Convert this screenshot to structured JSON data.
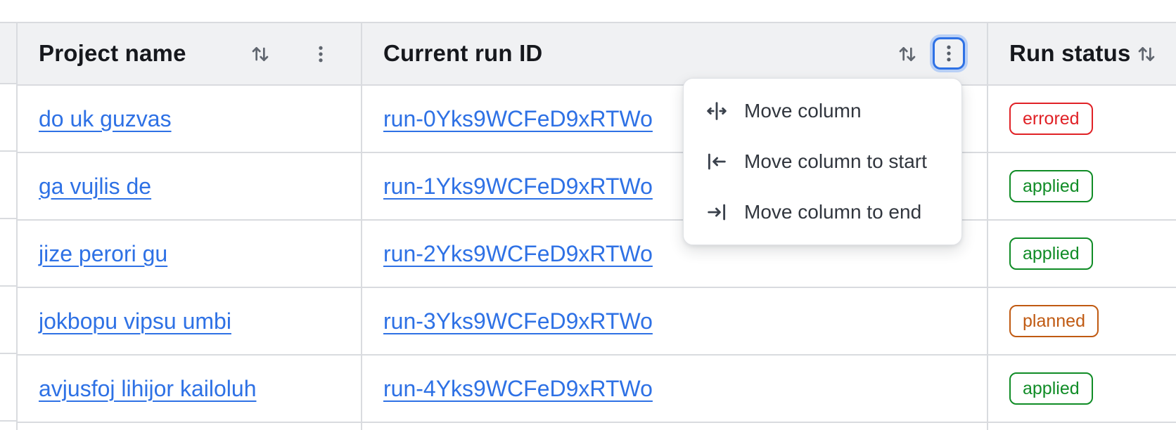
{
  "table": {
    "header": {
      "columns": [
        {
          "label": "Project name",
          "sort_icon": "sort-arrows-icon",
          "menu_icon": "kebab-icon"
        },
        {
          "label": "Current run ID",
          "sort_icon": "sort-arrows-icon",
          "menu_icon": "kebab-icon",
          "menu_open": true
        },
        {
          "label": "Run status",
          "sort_icon": "sort-arrows-icon"
        }
      ]
    },
    "rows": [
      {
        "project_name": "do uk guzvas",
        "run_id": "run-0Yks9WCFeD9xRTWo",
        "status": "errored"
      },
      {
        "project_name": "ga vujlis de",
        "run_id": "run-1Yks9WCFeD9xRTWo",
        "status": "applied"
      },
      {
        "project_name": "jize perori gu",
        "run_id": "run-2Yks9WCFeD9xRTWo",
        "status": "applied"
      },
      {
        "project_name": "jokbopu vipsu umbi",
        "run_id": "run-3Yks9WCFeD9xRTWo",
        "status": "planned"
      },
      {
        "project_name": "avjusfoj lihijor kailoluh",
        "run_id": "run-4Yks9WCFeD9xRTWo",
        "status": "applied"
      }
    ]
  },
  "column_menu": {
    "items": [
      {
        "label": "Move column",
        "icon": "move-column-icon"
      },
      {
        "label": "Move column to start",
        "icon": "move-column-to-start-icon"
      },
      {
        "label": "Move column to end",
        "icon": "move-column-to-end-icon"
      }
    ]
  },
  "colors": {
    "link": "#2e71e5",
    "header_bg": "#f0f1f3",
    "border": "#d9dbdf",
    "icon_gray": "#60666f",
    "focus_ring": "#2e71e5",
    "status": {
      "errored": "#e02126",
      "applied": "#108c26",
      "planned": "#c05a12"
    }
  }
}
